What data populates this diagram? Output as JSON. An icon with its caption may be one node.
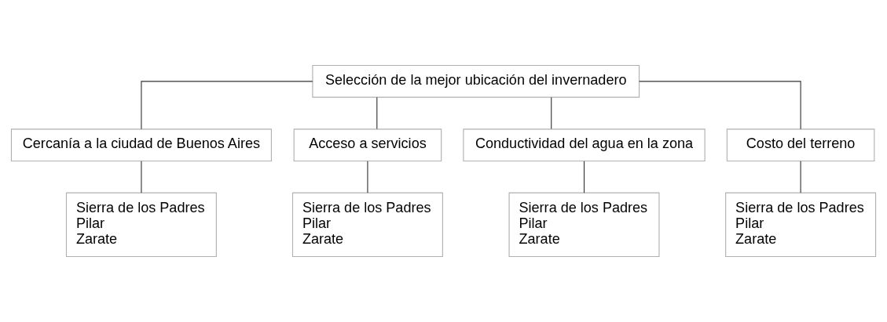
{
  "diagram": {
    "nodes": [
      {
        "text": [
          "Selección de la mejor ubicación del invernadero"
        ]
      },
      {
        "text": [
          "Cercanía a la ciudad de Buenos Aires"
        ]
      },
      {
        "text": [
          "Acceso a servicios"
        ]
      },
      {
        "text": [
          "Conductividad del agua en la zona"
        ]
      },
      {
        "text": [
          "Costo del terreno"
        ]
      },
      {
        "text": [
          "Sierra de los Padres",
          "Pilar",
          "Zarate"
        ]
      },
      {
        "text": [
          "Sierra de los Padres",
          "Pilar",
          "Zarate"
        ]
      },
      {
        "text": [
          "Sierra de los Padres",
          "Pilar",
          "Zarate"
        ]
      },
      {
        "text": [
          "Sierra de los Padres",
          "Pilar",
          "Zarate"
        ]
      }
    ],
    "edges": [
      {
        "from": 0,
        "to": 1,
        "arrow": "none"
      },
      {
        "from": 0,
        "to": 2,
        "arrow": "none"
      },
      {
        "from": 0,
        "to": 3,
        "arrow": "none"
      },
      {
        "from": 0,
        "to": 4,
        "arrow": "none"
      },
      {
        "from": 1,
        "to": 5,
        "arrow": "none"
      },
      {
        "from": 2,
        "to": 6,
        "arrow": "none"
      },
      {
        "from": 3,
        "to": 7,
        "arrow": "none"
      },
      {
        "from": 4,
        "to": 8,
        "arrow": "none"
      }
    ]
  }
}
